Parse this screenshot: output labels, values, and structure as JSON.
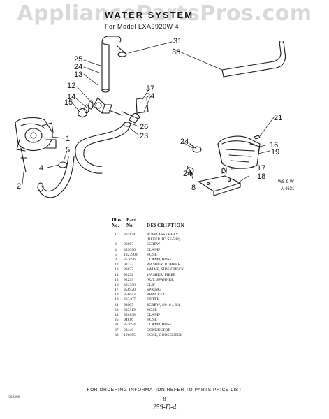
{
  "watermark": "AppliancePartsPros.com",
  "header": {
    "title": "WATER SYSTEM",
    "model": "For Model LXA9920W 4"
  },
  "diagram": {
    "callouts": [
      "31",
      "38",
      "25",
      "24",
      "13",
      "12",
      "14",
      "15",
      "37",
      "24",
      "26",
      "23",
      "21",
      "16",
      "1",
      "5",
      "4",
      "2",
      "24",
      "19",
      "18",
      "17",
      "8",
      "24"
    ],
    "codes": [
      "WS-9-W",
      "A-4631"
    ]
  },
  "parts_list": {
    "headers": {
      "illus": "Illus.",
      "no": "No.",
      "part": "Part",
      "part_no": "No.",
      "description": "DESCRIPTION"
    },
    "rows": [
      {
        "no": "1",
        "part": "361174",
        "desc": "PUMP ASSEMBLY"
      },
      {
        "no": "",
        "part": "",
        "desc": "(REFER TO SF-542)"
      },
      {
        "no": "2",
        "part": "98867",
        "desc": "SCREW"
      },
      {
        "no": "4",
        "part": "353096",
        "desc": "CLAMP"
      },
      {
        "no": "5",
        "part": "1327908",
        "desc": "HOSE"
      },
      {
        "no": "8",
        "part": "353096",
        "desc": "CLAMP, HOSE"
      },
      {
        "no": "12",
        "part": "92233",
        "desc": "WASHER, RUBBER"
      },
      {
        "no": "13",
        "part": "88677",
        "desc": "VALVE, SIDE CHECK"
      },
      {
        "no": "14",
        "part": "92232",
        "desc": "WASHER, FIBER"
      },
      {
        "no": "15",
        "part": "92239",
        "desc": "NUT, SPANNER"
      },
      {
        "no": "16",
        "part": "351396",
        "desc": "CLIP"
      },
      {
        "no": "17",
        "part": "358920",
        "desc": "SPRING"
      },
      {
        "no": "18",
        "part": "358643",
        "desc": "BRACKET"
      },
      {
        "no": "19",
        "part": "363407",
        "desc": "FILTER"
      },
      {
        "no": "21",
        "part": "98005",
        "desc": "SCREW, 10-16 x 3/4"
      },
      {
        "no": "23",
        "part": "353919",
        "desc": "HOSE"
      },
      {
        "no": "24",
        "part": "356138",
        "desc": "CLAMP"
      },
      {
        "no": "25",
        "part": "94816",
        "desc": "HOSE"
      },
      {
        "no": "31",
        "part": "353094",
        "desc": "CLAMP, HOSE"
      },
      {
        "no": "37",
        "part": "93440",
        "desc": "CONNECTOR"
      },
      {
        "no": "38",
        "part": "196865",
        "desc": "HOSE, GOOSENECK"
      }
    ]
  },
  "footer": "FOR ORDERING INFORMATION REFER TO PARTS PRICE LIST",
  "page_mark": "8",
  "handwritten_note": "259-D-4",
  "doc_number": "362299"
}
